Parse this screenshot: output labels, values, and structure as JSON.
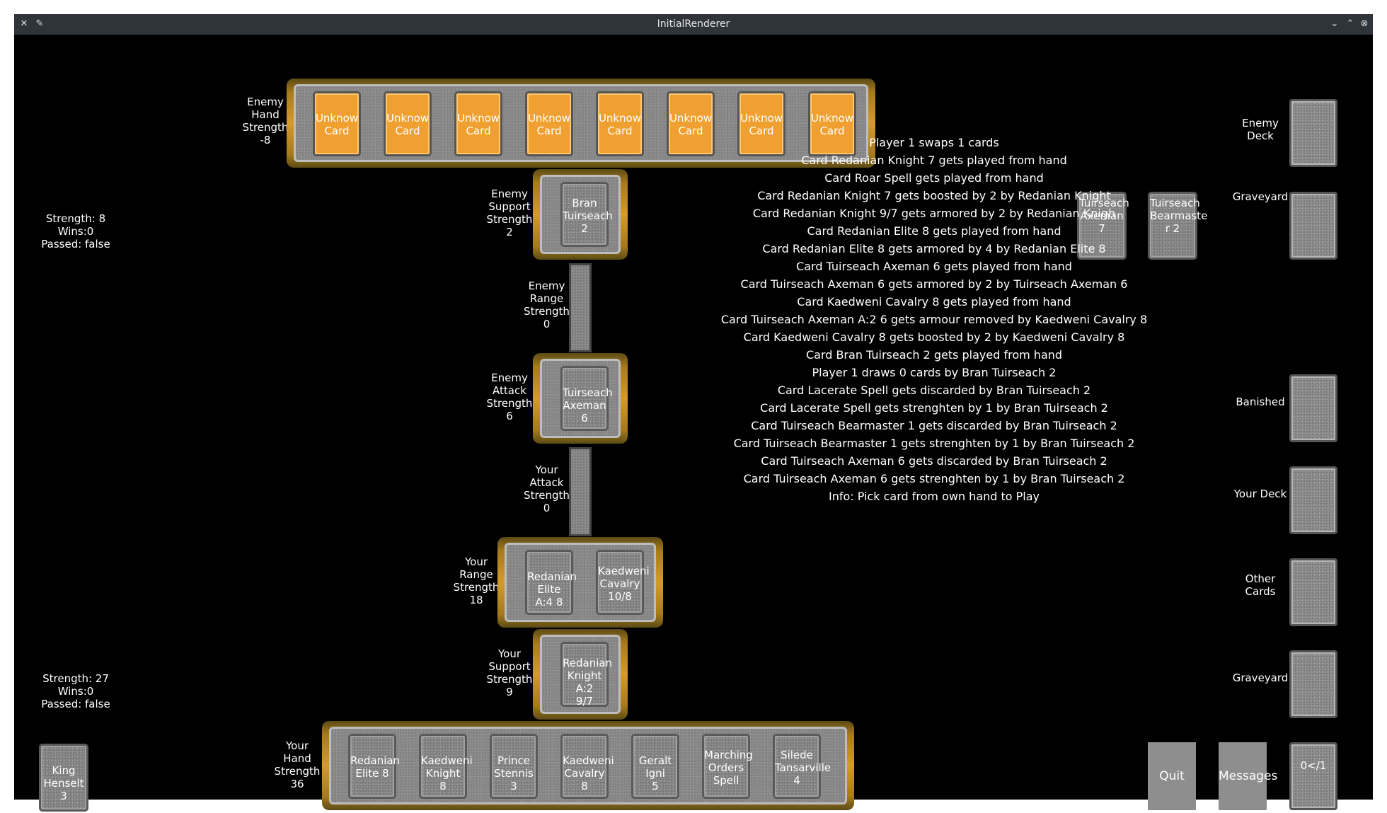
{
  "window": {
    "title": "InitialRenderer"
  },
  "player_stats": {
    "enemy": {
      "strength": "Strength: 8",
      "wins": "Wins:0",
      "passed": "Passed: false"
    },
    "you": {
      "strength": "Strength: 27",
      "wins": "Wins:0",
      "passed": "Passed: false"
    }
  },
  "rows": {
    "enemy_hand": {
      "label": "Enemy\nHand\nStrength\n-8",
      "cards": [
        "Unknow\nCard",
        "Unknow\nCard",
        "Unknow\nCard",
        "Unknow\nCard",
        "Unknow\nCard",
        "Unknow\nCard",
        "Unknow\nCard",
        "Unknow\nCard"
      ]
    },
    "enemy_support": {
      "label": "Enemy\nSupport\nStrength\n2",
      "cards": [
        "Bran\nTuirseach\n2"
      ]
    },
    "enemy_range": {
      "label": "Enemy\nRange\nStrength\n0",
      "cards": []
    },
    "enemy_attack": {
      "label": "Enemy\nAttack\nStrength\n6",
      "cards": [
        "Tuirseach\nAxeman 6"
      ]
    },
    "your_attack": {
      "label": "Your\nAttack\nStrength\n0",
      "cards": []
    },
    "your_range": {
      "label": "Your\nRange\nStrength\n18",
      "cards": [
        "Redanian\nElite A:4 8",
        "Kaedweni\nCavalry\n10/8"
      ]
    },
    "your_support": {
      "label": "Your\nSupport\nStrength\n9",
      "cards": [
        "Redanian\nKnight A:2\n9/7"
      ]
    },
    "your_hand": {
      "label": "Your\nHand\nStrength\n36",
      "cards": [
        "Redanian\nElite 8",
        "Kaedweni\nKnight 8",
        "Prince\nStennis 3",
        "Kaedweni\nCavalry 8",
        "Geralt Igni\n5",
        "Marching\nOrders\nSpell",
        "Silede\nTansarville\n4"
      ]
    }
  },
  "leader": {
    "card": "King\nHenselt 3"
  },
  "enemy_graveyard_cards": [
    "Tuirseach\nAxeman 7",
    "Tuirseach\nBearmaste\nr 2"
  ],
  "piles": {
    "enemy_deck": "Enemy\nDeck",
    "enemy_graveyard": "Graveyard",
    "banished": "Banished",
    "your_deck": "Your Deck",
    "other_cards": "Other\nCards",
    "your_graveyard": "Graveyard",
    "counter": "0</1"
  },
  "buttons": {
    "quit": "Quit",
    "messages": "Messages"
  },
  "log": [
    "Player 1 swaps  1 cards",
    "Card  Redanian Knight 7 gets played from hand",
    "Card  Roar Spell gets played from hand",
    "Card  Redanian Knight 7 gets boosted  by 2 by  Redanian Knight",
    "Card  Redanian Knight 9/7 gets armored  by 2 by  Redanian Knigh",
    "Card  Redanian Elite 8 gets played from hand",
    "Card  Redanian Elite 8 gets armored  by 4 by  Redanian Elite 8",
    "Card  Tuirseach Axeman 6 gets played from hand",
    "Card  Tuirseach Axeman 6 gets armored  by 2 by  Tuirseach Axeman 6",
    "Card  Kaedweni Cavalry 8 gets played from hand",
    "Card  Tuirseach Axeman A:2 6 gets armour removed  by  Kaedweni Cavalry 8",
    "Card  Kaedweni Cavalry 8 gets boosted  by 2 by  Kaedweni Cavalry 8",
    "Card  Bran Tuirseach 2 gets played from hand",
    "Player 1 draws 0 cards by  Bran Tuirseach 2",
    "Card  Lacerate Spell gets discarded  by  Bran Tuirseach 2",
    "Card  Lacerate Spell gets strenghten  by 1 by  Bran Tuirseach 2",
    "Card  Tuirseach Bearmaster 1 gets discarded  by  Bran Tuirseach 2",
    "Card  Tuirseach Bearmaster 1 gets strenghten  by 1 by  Bran Tuirseach 2",
    "Card  Tuirseach Axeman 6 gets discarded  by  Bran Tuirseach 2",
    "Card  Tuirseach Axeman 6 gets strenghten  by 1 by  Bran Tuirseach 2",
    "Info: Pick card from own hand to Play"
  ],
  "colors": {
    "unknown_card": "#f0a030",
    "board_background": "#000000",
    "frame_gold": "#d49a2a",
    "card_stone": "#888888"
  }
}
